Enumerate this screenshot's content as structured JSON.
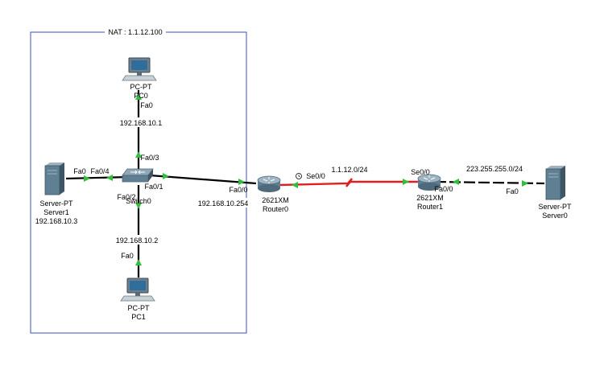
{
  "nat_area": {
    "label": "NAT : 1.1.12.100",
    "border_color": "#3a4fc9"
  },
  "colors": {
    "ethernet": "#000000",
    "serial": "#e02020",
    "link_up": "#2fbf3a",
    "router_body": "#7e97a8",
    "server_body": "#5f7f93"
  },
  "devices": {
    "pc0": {
      "type": "PC-PT",
      "name": "PC0",
      "icon": "desktop-pc-icon"
    },
    "pc1": {
      "type": "PC-PT",
      "name": "PC1",
      "icon": "desktop-pc-icon"
    },
    "server1": {
      "type": "Server-PT",
      "name": "Server1",
      "ip": "192.168.10.3",
      "icon": "server-tower-icon"
    },
    "switch0": {
      "type": "",
      "name": "Switch0",
      "icon": "switch-icon"
    },
    "router0": {
      "type": "2621XM",
      "name": "Router0",
      "icon": "router-icon"
    },
    "router1": {
      "type": "2621XM",
      "name": "Router1",
      "icon": "router-icon"
    },
    "server0": {
      "type": "Server-PT",
      "name": "Server0",
      "icon": "server-tower-icon"
    }
  },
  "ports": {
    "pc0_fa0": "Fa0",
    "sw_fa0_3": "Fa0/3",
    "server1_fa0": "Fa0",
    "sw_fa0_4": "Fa0/4",
    "sw_fa0_1": "Fa0/1",
    "sw_fa0_2": "Fa0/2",
    "pc1_fa0": "Fa0",
    "r0_fa0_0": "Fa0/0",
    "r0_se0_0": "Se0/0",
    "r1_se0_0": "Se0/0",
    "r1_fa0_0": "Fa0/0",
    "server0_fa0": "Fa0"
  },
  "addresses": {
    "pc0_ip": "192.168.10.1",
    "pc1_ip": "192.168.10.2",
    "r0_lan_ip": "192.168.10.254",
    "serial_net": "1.1.12.0/24",
    "public_net": "223.255.255.0/24"
  }
}
